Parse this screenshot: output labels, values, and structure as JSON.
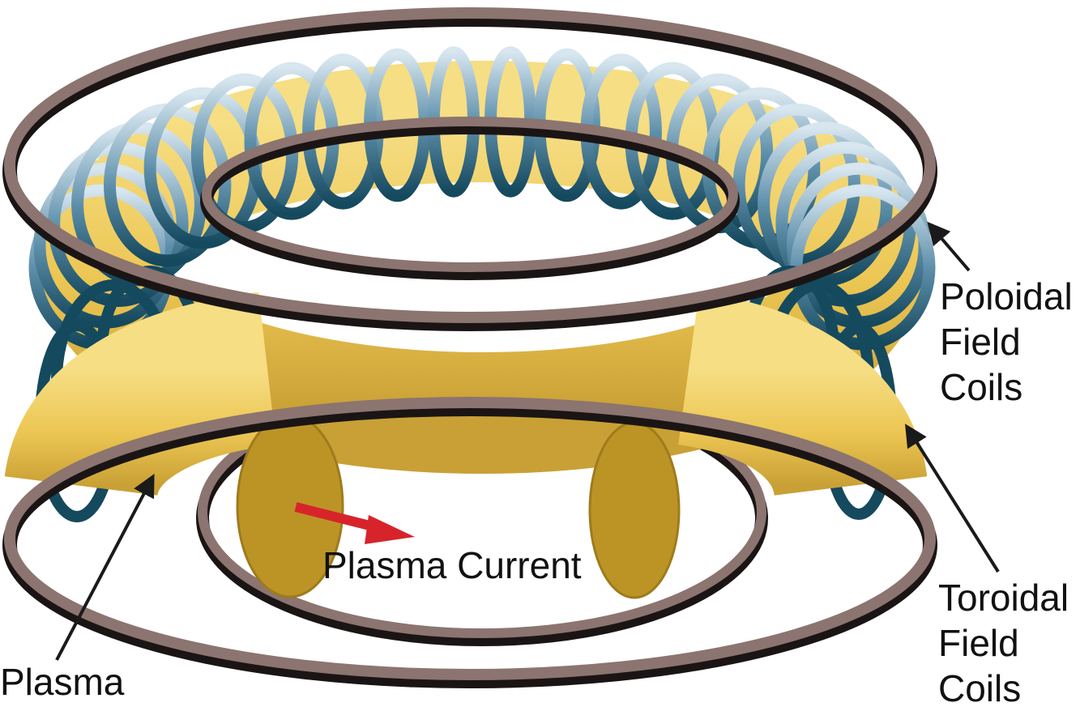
{
  "labels": {
    "poloidal": [
      "Poloidal",
      "Field",
      "Coils"
    ],
    "toroidal": [
      "Toroidal",
      "Field",
      "Coils"
    ],
    "plasma": "Plasma",
    "plasma_current": "Plasma Current"
  },
  "colors": {
    "coil_ring": "#8c7470",
    "coil_ring_dark": "#1a1514",
    "toroidal_coil": "#15495e",
    "toroidal_coil_light": "#b9d3e2",
    "plasma": "#ecc653",
    "plasma_dark": "#c9a035",
    "plasma_end": "#bc9426",
    "current_arrow": "#d7242a",
    "pointer": "#1a1a1a"
  }
}
